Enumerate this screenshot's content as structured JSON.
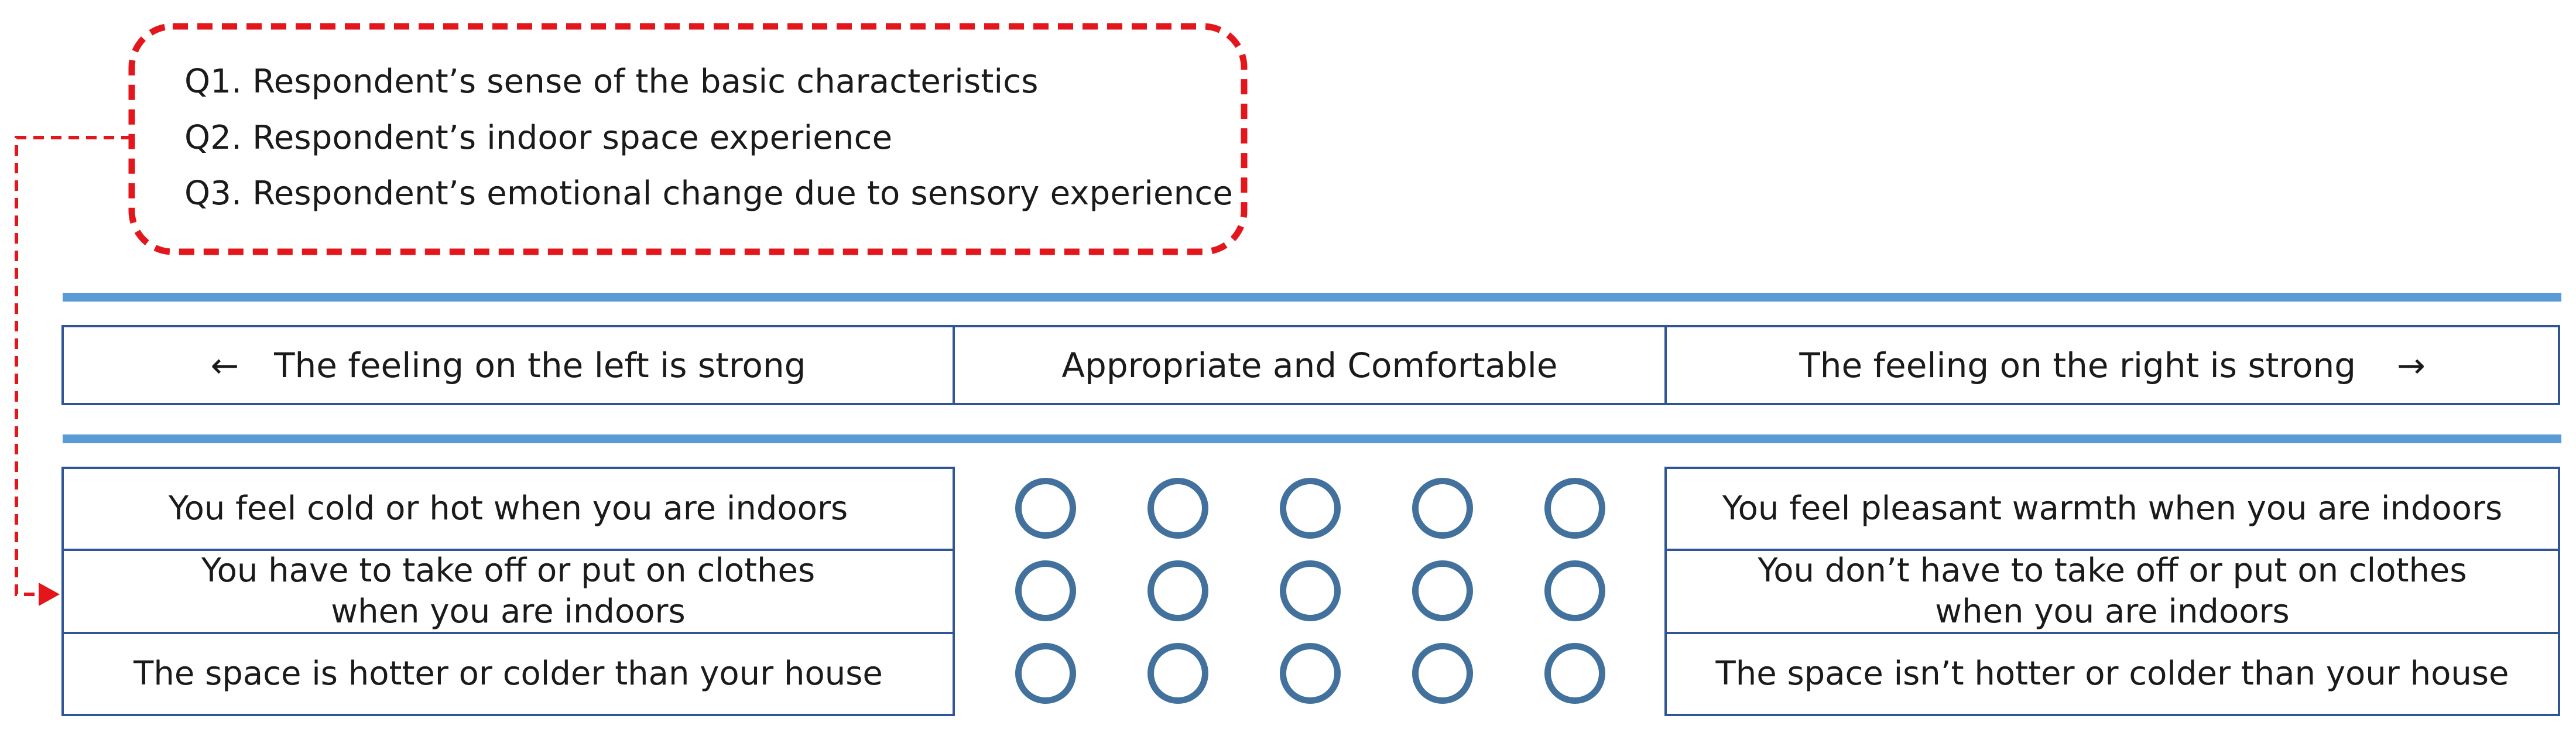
{
  "questions": [
    "Q1. Respondent’s sense of the basic characteristics",
    "Q2. Respondent’s indoor space experience",
    "Q3. Respondent’s emotional change due to sensory experience"
  ],
  "header": {
    "left_arrow": "←",
    "left": "The feeling on the left is strong",
    "center": "Appropriate and Comfortable",
    "right": "The feeling on the right is strong",
    "right_arrow": "→"
  },
  "rows": [
    {
      "left": "You feel cold or hot when you are indoors",
      "left_line2": "",
      "right": "You feel pleasant warmth when you are indoors",
      "right_line2": ""
    },
    {
      "left": "You have to take off or put on clothes",
      "left_line2": "when you are indoors",
      "right": "You don’t have to take off or put on clothes",
      "right_line2": "when you are indoors"
    },
    {
      "left": "The space is hotter or colder than your house",
      "left_line2": "",
      "right": "The space isn’t hotter or colder than your house",
      "right_line2": ""
    }
  ],
  "colors": {
    "dashed_border": "#e3161b",
    "rule": "#5b9bd5",
    "cell_border": "#2f5597",
    "radio": "#41719c"
  }
}
